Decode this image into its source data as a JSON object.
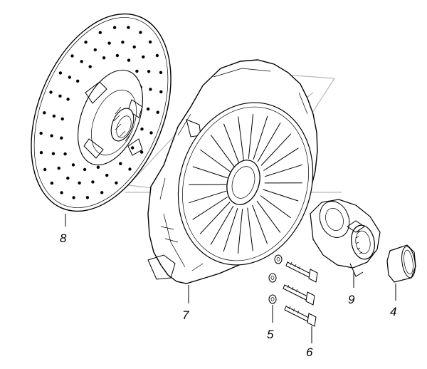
{
  "callouts": {
    "friction_disc": "8",
    "pressure_plate": "7",
    "washer": "5",
    "bolt": "6",
    "release_bearing": "9",
    "sleeve_ring": "4"
  }
}
